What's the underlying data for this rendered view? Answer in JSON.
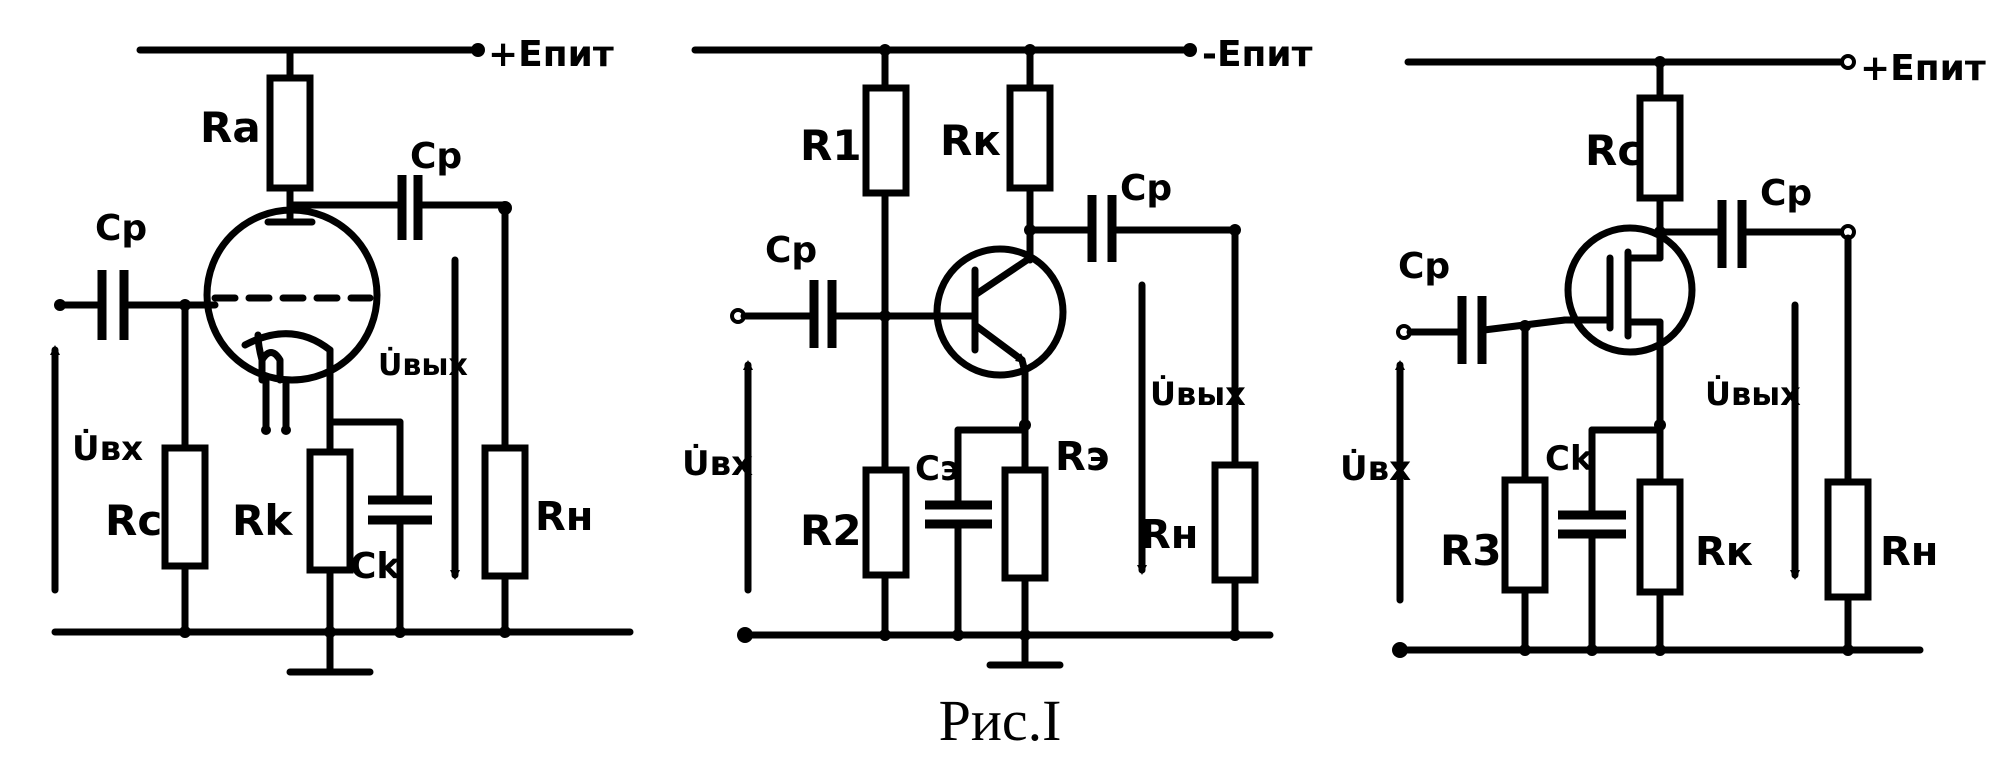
{
  "figure_caption": "Рис.I",
  "circuits": [
    {
      "id": "tube",
      "supply": "+Eпит",
      "ra": "Ra",
      "cp_in": "Cp",
      "cp_out": "Cp",
      "rc": "Rc",
      "rk": "Rk",
      "ck": "Ck",
      "load": "Rн",
      "u_in": "U̇вх",
      "u_out": "U̇вых"
    },
    {
      "id": "bjt",
      "supply": "-Eпит",
      "r1": "R1",
      "rk": "Rк",
      "cp_in": "Cp",
      "cp_out": "Cp",
      "r2": "R2",
      "ce": "Cэ",
      "re": "Rэ",
      "load": "Rн",
      "u_in": "U̇вх",
      "u_out": "U̇вых"
    },
    {
      "id": "fet",
      "supply": "+Eпит",
      "rc": "Rc",
      "cp_in": "Cp",
      "cp_out": "Cp",
      "r3": "R3",
      "ck": "Ck",
      "rk": "Rк",
      "load": "Rн",
      "u_in": "U̇вх",
      "u_out": "U̇вых"
    }
  ]
}
